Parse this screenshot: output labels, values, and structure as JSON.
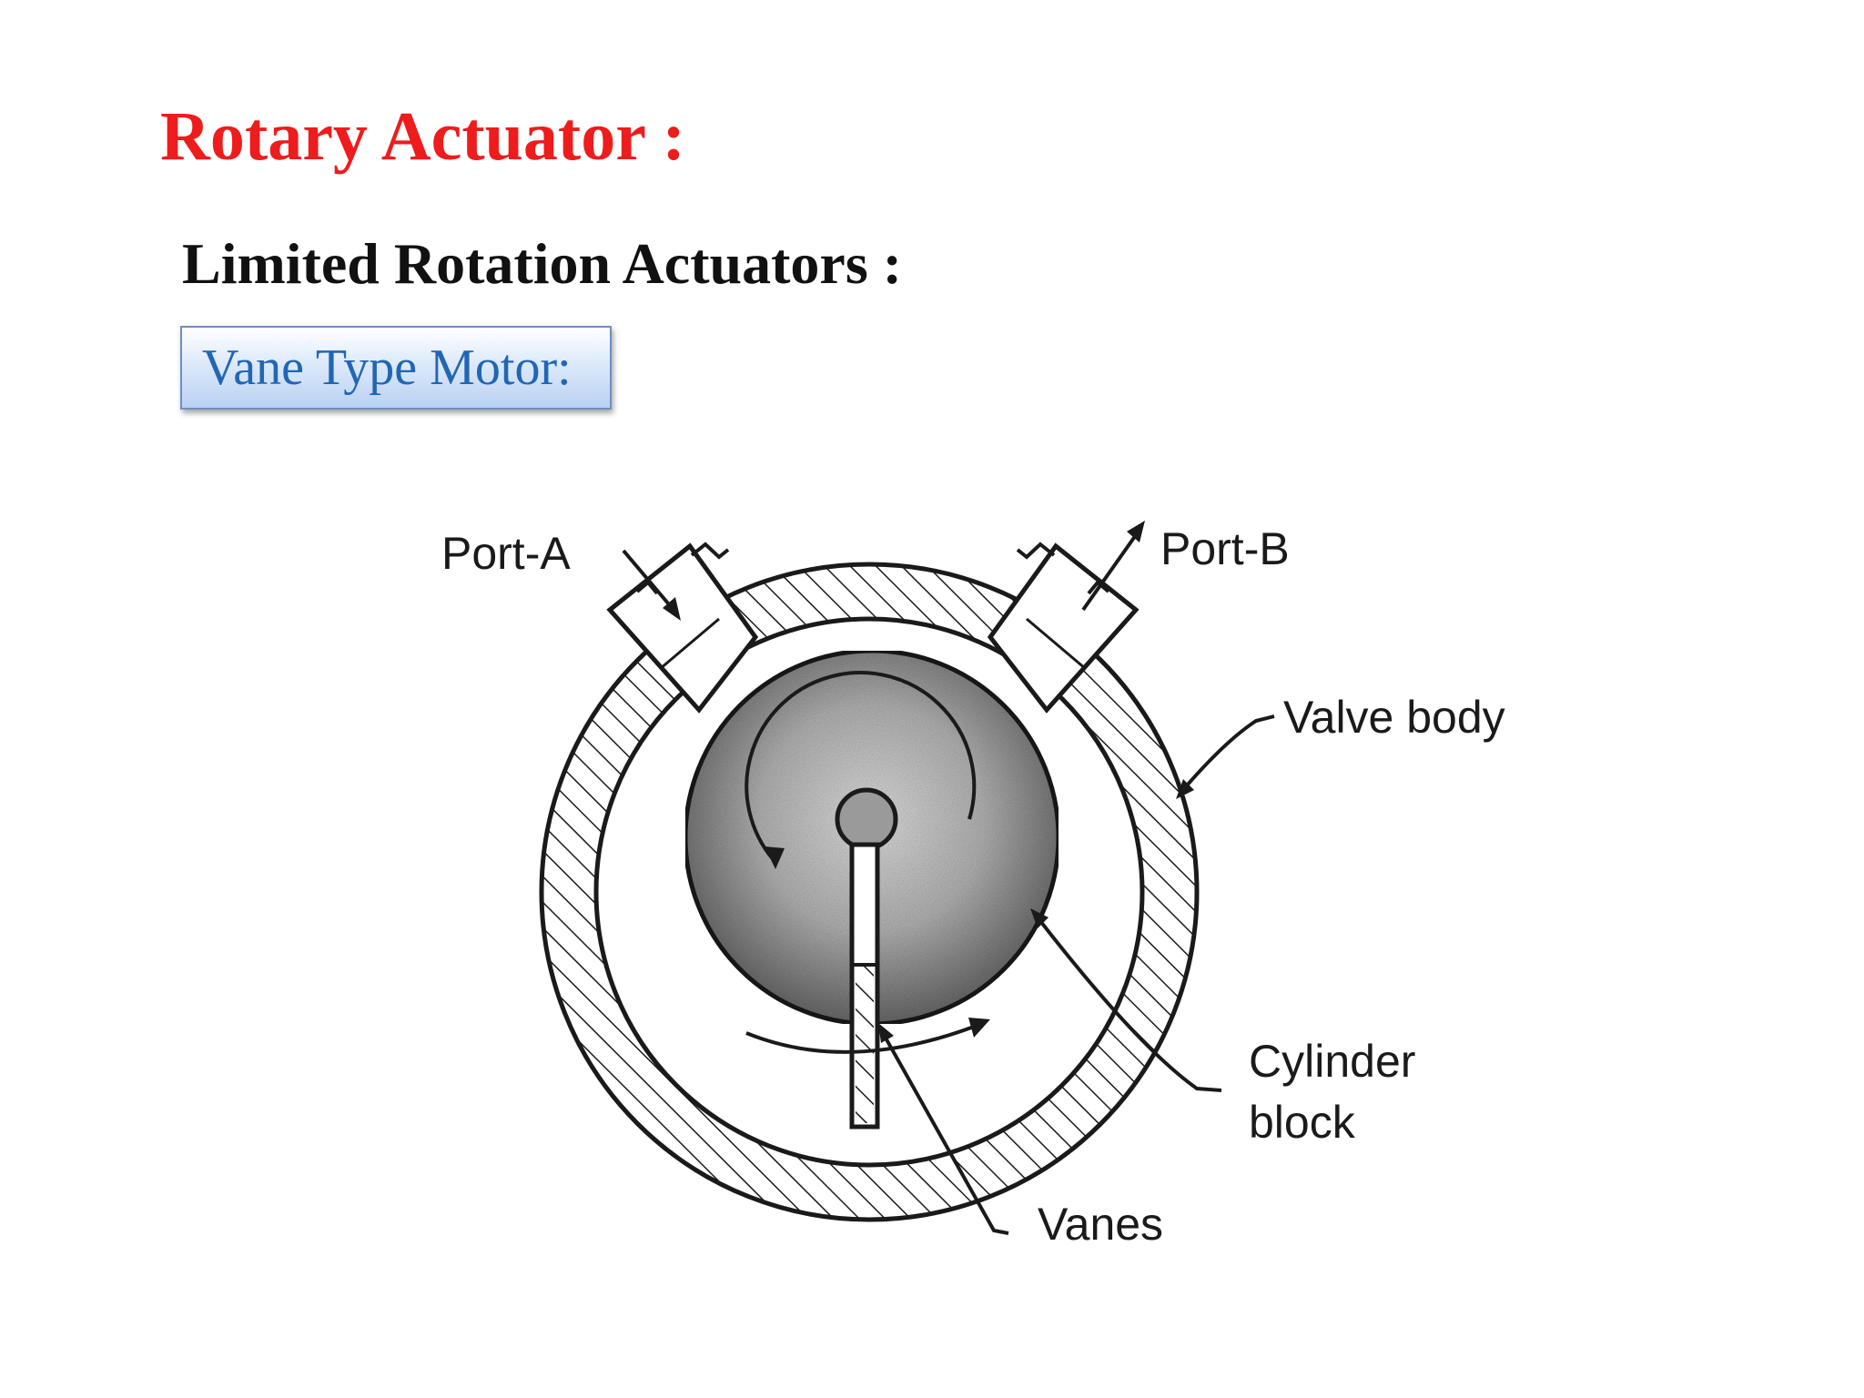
{
  "title": "Rotary Actuator :",
  "subtitle": "Limited Rotation Actuators :",
  "section_label": "Vane Type Motor:",
  "diagram": {
    "labels": {
      "port_a": "Port-A",
      "port_b": "Port-B",
      "valve_body": "Valve body",
      "cylinder_block_line1": "Cylinder",
      "cylinder_block_line2": "block",
      "vanes": "Vanes"
    },
    "colors": {
      "title": "#ee1c1c",
      "label_text": "#2166b5",
      "ink": "#1a1a1a"
    }
  }
}
